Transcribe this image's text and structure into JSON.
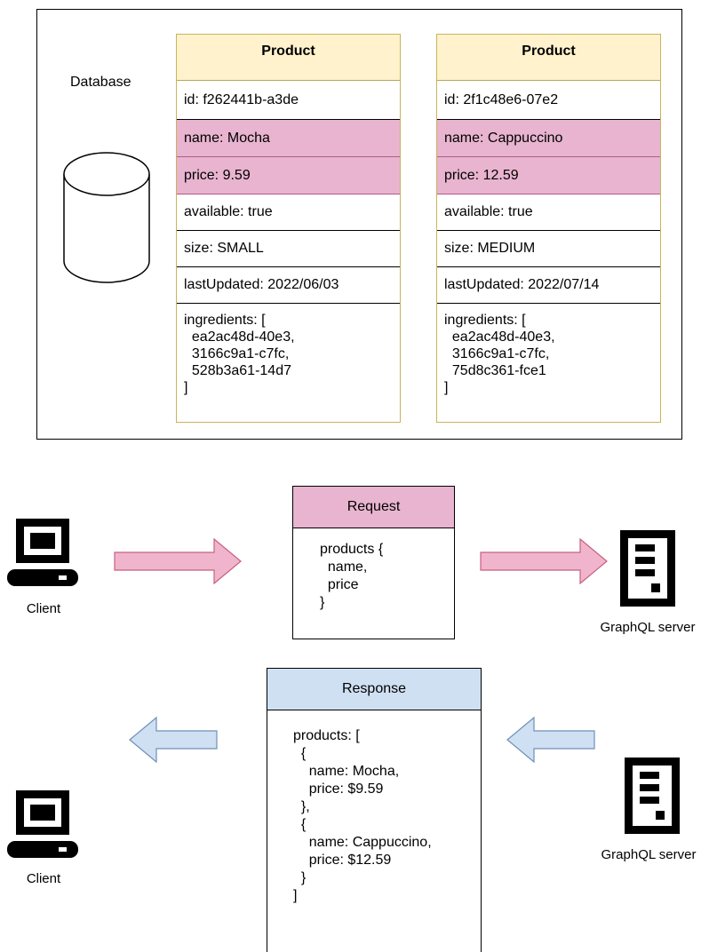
{
  "database": {
    "label": "Database"
  },
  "tables": [
    {
      "title": "Product",
      "id": "id: f262441b-a3de",
      "name": "name: Mocha",
      "price": "price: 9.59",
      "available": "available: true",
      "size": "size: SMALL",
      "lastUpdated": "lastUpdated: 2022/06/03",
      "ingredients": "ingredients: [\n  ea2ac48d-40e3,\n  3166c9a1-c7fc,\n  528b3a61-14d7\n]"
    },
    {
      "title": "Product",
      "id": "id: 2f1c48e6-07e2",
      "name": "name: Cappuccino",
      "price": "price: 12.59",
      "available": "available: true",
      "size": "size: MEDIUM",
      "lastUpdated": "lastUpdated: 2022/07/14",
      "ingredients": "ingredients: [\n  ea2ac48d-40e3,\n  3166c9a1-c7fc,\n  75d8c361-fce1\n]"
    }
  ],
  "request": {
    "title": "Request",
    "body": "products {\n  name,\n  price\n}"
  },
  "response": {
    "title": "Response",
    "body": "products: [\n  {\n    name: Mocha,\n    price: $9.59\n  },\n  {\n    name: Cappuccino,\n    price: $12.59\n  }\n]"
  },
  "labels": {
    "client_top": "Client",
    "server_top": "GraphQL server",
    "client_bottom": "Client",
    "server_bottom": "GraphQL server"
  },
  "colors": {
    "request_fill": "#e8b4cf",
    "response_fill": "#cfe0f3",
    "header_fill": "#fff2cc",
    "pink_arrow": "#f0b5cc",
    "blue_arrow": "#cfe0f3"
  },
  "icons": {
    "client": "computer-icon",
    "server": "server-icon",
    "database": "database-cylinder-icon"
  }
}
